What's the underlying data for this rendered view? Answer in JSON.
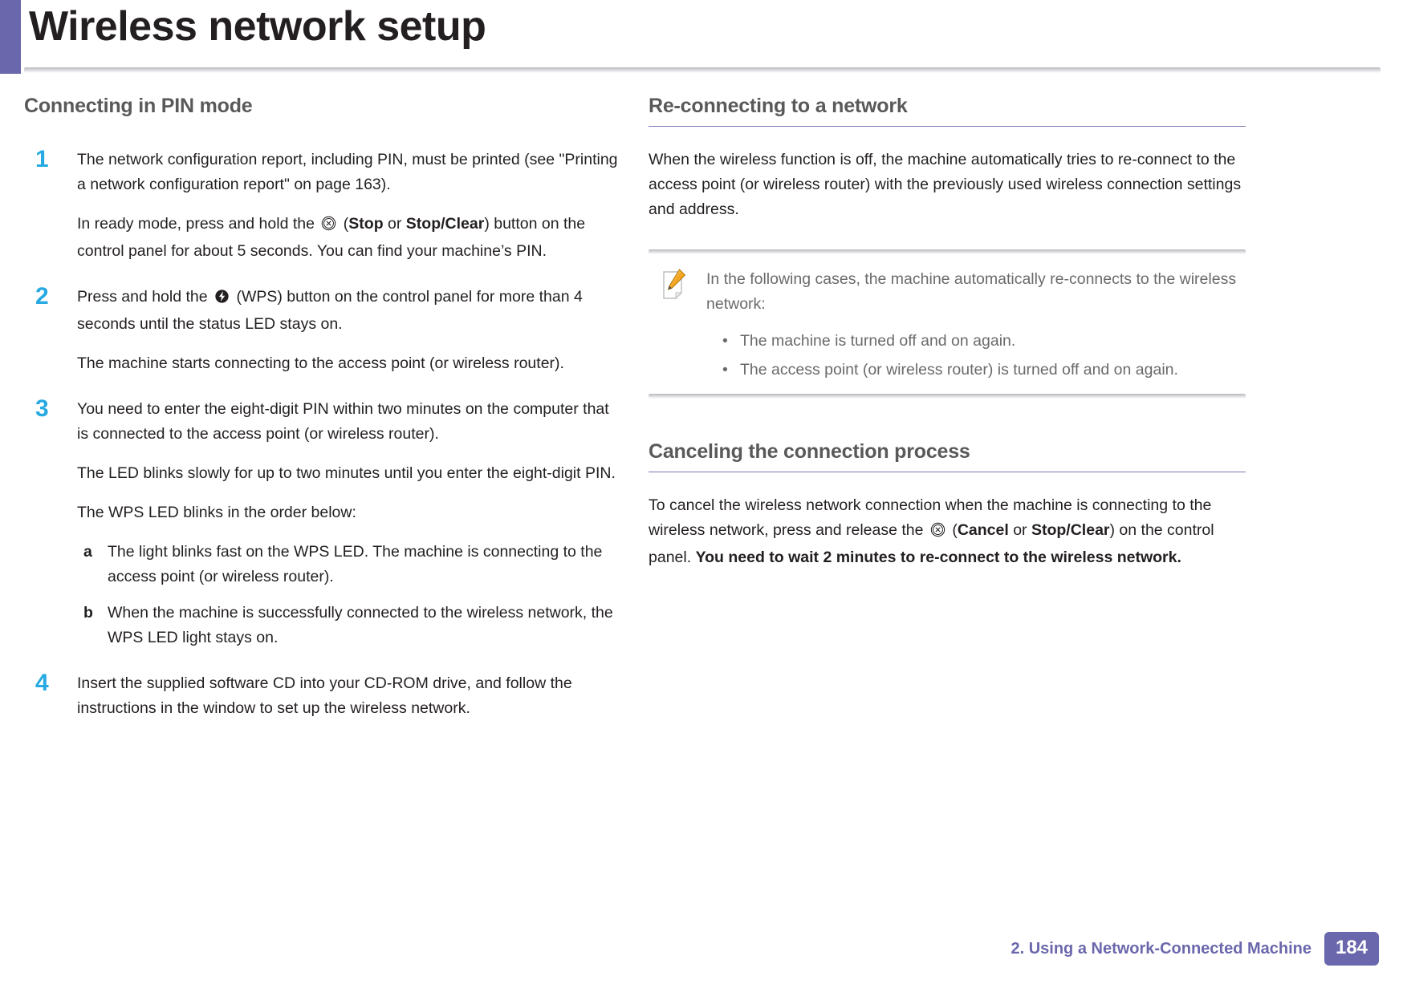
{
  "header": {
    "title": "Wireless network setup",
    "accent_color": "#6a67ac"
  },
  "colors": {
    "accent_purple": "#6a67ac",
    "step_number_cyan": "#27aae1",
    "heading_gray": "#595959",
    "note_text_gray": "#6a6a6a",
    "body_black": "#231f20"
  },
  "left_column": {
    "heading": "Connecting in PIN mode",
    "steps": [
      {
        "number": "1",
        "paragraphs": [
          {
            "parts": [
              {
                "type": "text",
                "text": "The network configuration report, including PIN, must be printed (see \"Printing a network configuration report\" on page 163)."
              }
            ]
          },
          {
            "parts": [
              {
                "type": "text",
                "text": "In ready mode, press and hold the "
              },
              {
                "type": "icon",
                "icon": "stop-icon"
              },
              {
                "type": "text",
                "text": " ("
              },
              {
                "type": "bold",
                "text": "Stop"
              },
              {
                "type": "text",
                "text": " or "
              },
              {
                "type": "bold",
                "text": "Stop/Clear"
              },
              {
                "type": "text",
                "text": ") button on the control panel for about 5 seconds. You can find your machine’s PIN."
              }
            ]
          }
        ]
      },
      {
        "number": "2",
        "paragraphs": [
          {
            "parts": [
              {
                "type": "text",
                "text": "Press and hold the "
              },
              {
                "type": "icon",
                "icon": "wps-icon"
              },
              {
                "type": "text",
                "text": " (WPS) button on the control panel for more than 4 seconds until the status LED stays on."
              }
            ]
          },
          {
            "parts": [
              {
                "type": "text",
                "text": "The machine starts connecting to the access point (or wireless router)."
              }
            ]
          }
        ]
      },
      {
        "number": "3",
        "paragraphs": [
          {
            "parts": [
              {
                "type": "text",
                "text": "You need to enter the eight-digit PIN within two minutes on the computer that is connected to the access point (or wireless router)."
              }
            ]
          },
          {
            "parts": [
              {
                "type": "text",
                "text": "The LED blinks slowly for up to two minutes until you enter the eight-digit PIN."
              }
            ]
          },
          {
            "parts": [
              {
                "type": "text",
                "text": "The WPS LED blinks in the order below:"
              }
            ]
          }
        ],
        "substeps": [
          {
            "letter": "a",
            "text": "The light blinks fast on the WPS LED. The machine is connecting to the access point (or wireless router)."
          },
          {
            "letter": "b",
            "text": "When the machine is successfully connected to the wireless network, the WPS LED light stays on."
          }
        ]
      },
      {
        "number": "4",
        "paragraphs": [
          {
            "parts": [
              {
                "type": "text",
                "text": "Insert the supplied software CD into your CD-ROM drive, and follow the instructions in the window to set up the wireless network."
              }
            ]
          }
        ]
      }
    ]
  },
  "right_column": {
    "section_reconnect": {
      "heading": "Re-connecting to a network",
      "paragraph": "When the wireless function is off, the machine automatically tries to re-connect to the access point (or wireless router) with the previously used wireless connection settings and address.",
      "note": {
        "icon": "note-pencil-icon",
        "text": "In the following cases, the machine automatically re-connects to the wireless network:",
        "bullets": [
          "The machine is turned off and on again.",
          "The access point (or wireless router) is turned off and on again."
        ]
      }
    },
    "section_cancel": {
      "heading": "Canceling the connection process",
      "paragraph_parts": [
        {
          "type": "text",
          "text": "To cancel the wireless network connection when the machine is connecting to the wireless network, press and release the "
        },
        {
          "type": "icon",
          "icon": "stop-icon"
        },
        {
          "type": "text",
          "text": " ("
        },
        {
          "type": "bold",
          "text": "Cancel"
        },
        {
          "type": "text",
          "text": " or "
        },
        {
          "type": "bold",
          "text": "Stop/Clear"
        },
        {
          "type": "text",
          "text": ") on the control panel. "
        },
        {
          "type": "bold",
          "text": "You need to wait 2 minutes to re-connect to the wireless network."
        }
      ]
    }
  },
  "footer": {
    "chapter": "2.  Using a Network-Connected Machine",
    "page_number": "184"
  }
}
